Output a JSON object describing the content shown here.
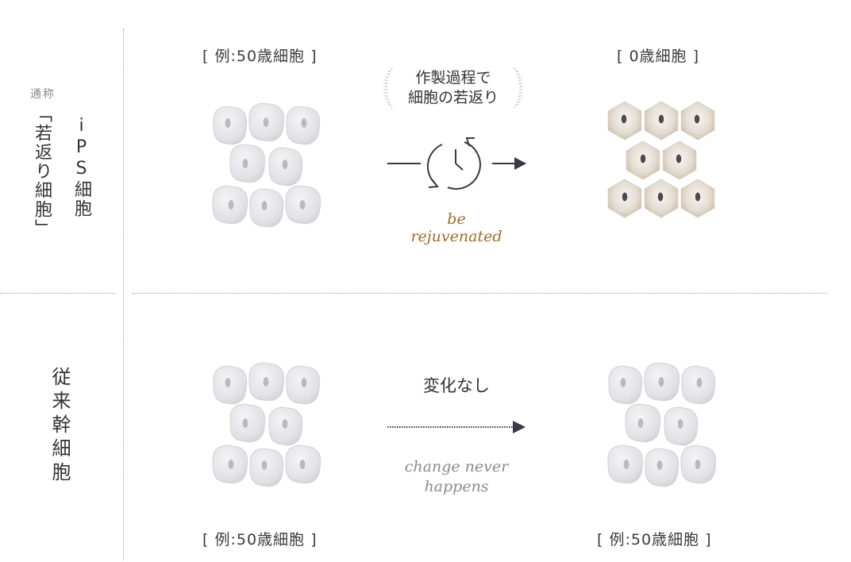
{
  "left_labels": {
    "alias_small": "通称",
    "ips_label": "iPS細胞",
    "rejuvenated_label": "「若返り細胞」",
    "conventional_label": "従来幹細胞"
  },
  "top_row": {
    "before_label": "[ 例:50歳細胞 ]",
    "after_label": "[ 0歳細胞 ]",
    "process_line1": "作製過程で",
    "process_line2": "細胞の若返り",
    "english_line1": "be",
    "english_line2": "rejuvenated"
  },
  "bottom_row": {
    "no_change_label": "変化なし",
    "english_line1": "change never",
    "english_line2": "happens",
    "before_label": "[ 例:50歳細胞 ]",
    "after_label": "[ 例:50歳細胞 ]"
  },
  "colors": {
    "gold": "#a06a2a",
    "dark": "#3a3a44",
    "cell_fill": "#e4e4e8",
    "divider": "#9a9a9a"
  }
}
